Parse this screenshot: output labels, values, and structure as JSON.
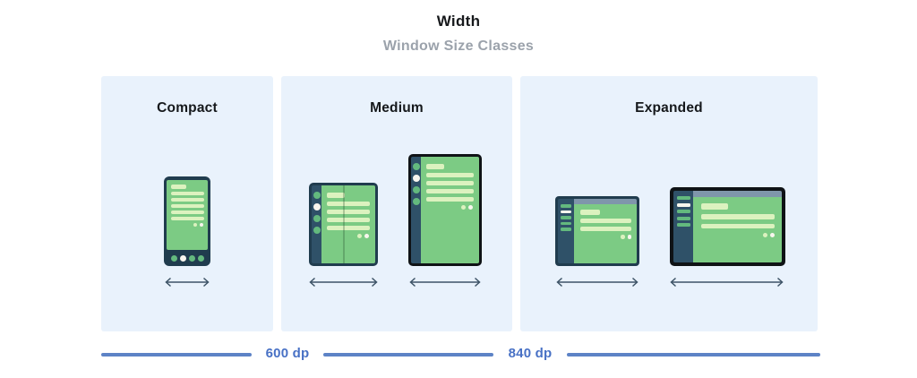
{
  "header": {
    "title": "Width",
    "subtitle": "Window Size Classes"
  },
  "panels": [
    {
      "label": "Compact",
      "devices": [
        "phone-mockup"
      ]
    },
    {
      "label": "Medium",
      "devices": [
        "foldable-mockup",
        "tablet-portrait-mockup"
      ]
    },
    {
      "label": "Expanded",
      "devices": [
        "tablet-landscape-mockup",
        "desktop-window-mockup"
      ]
    }
  ],
  "axis": {
    "labels": [
      "600 dp",
      "840 dp"
    ]
  },
  "icons": [
    "width-arrow-icon",
    "nav-dot-icon",
    "list-line-placeholder",
    "action-dot-icon"
  ],
  "colors": {
    "panel-bg": "#e9f2fc",
    "title-text": "#17191c",
    "subtitle-text": "#9ba2ab",
    "frame-navy": "#203c4e",
    "frame-black": "#0f1316",
    "rail-navy": "#2f5168",
    "screen-green": "#7ccb84",
    "line-cream": "#dcf2bf",
    "circle-green": "#63b97e",
    "circle-white": "#f8f6ee",
    "topbar-blue": "#7f96ab",
    "arrow": "#3d5366",
    "axis-line": "#5d83c6",
    "axis-text": "#4871c5"
  }
}
